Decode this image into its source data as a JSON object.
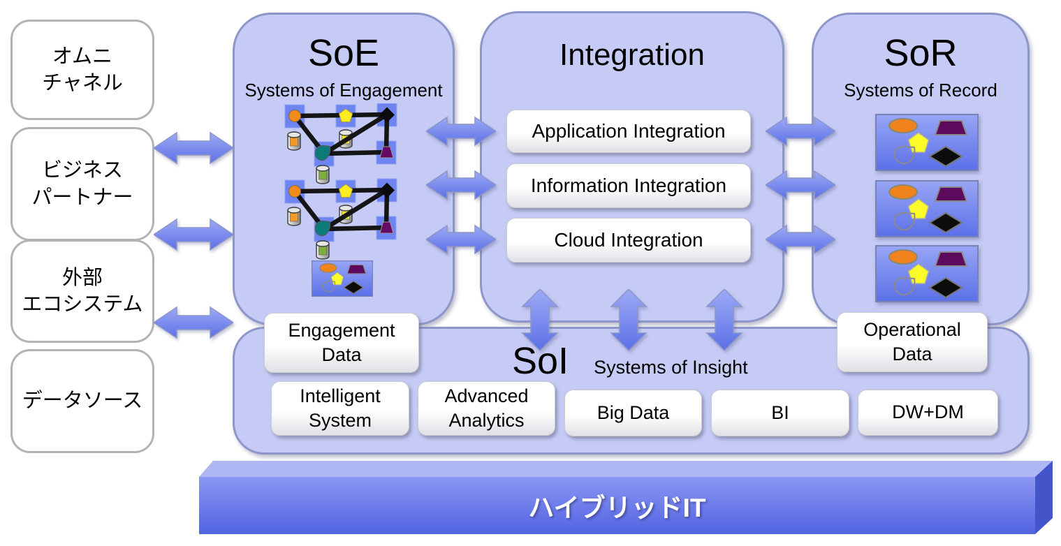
{
  "sources": {
    "items": [
      {
        "line1": "オムニ",
        "line2": "チャネル"
      },
      {
        "line1": "ビジネス",
        "line2": "パートナー"
      },
      {
        "line1": "外部",
        "line2": "エコシステム"
      },
      {
        "line1": "データソース",
        "line2": ""
      }
    ]
  },
  "soe": {
    "title": "SoE",
    "subtitle": "Systems of Engagement",
    "data_box": {
      "line1": "Engagement",
      "line2": "Data"
    }
  },
  "integration": {
    "title": "Integration",
    "buttons": [
      "Application Integration",
      "Information Integration",
      "Cloud Integration"
    ]
  },
  "sor": {
    "title": "SoR",
    "subtitle": "Systems of Record",
    "data_box": {
      "line1": "Operational",
      "line2": "Data"
    }
  },
  "soi": {
    "title": "SoI",
    "subtitle": "Systems of Insight",
    "buttons": [
      {
        "line1": "Intelligent",
        "line2": "System"
      },
      {
        "line1": "Advanced",
        "line2": "Analytics"
      },
      {
        "line1": "Big Data",
        "line2": ""
      },
      {
        "line1": "BI",
        "line2": ""
      },
      {
        "line1": "DW+DM",
        "line2": ""
      }
    ]
  },
  "bottom_bar": {
    "label": "ハイブリッドIT"
  },
  "colors": {
    "panel_fill": "#c5cbf5",
    "panel_border": "#8d96c9",
    "arrow_blue": "#6b7fe8",
    "record_box_blue": "#6e82ee",
    "bar_front_blue": "#5164e0",
    "orange": "#f0831c",
    "yellow": "#fbfb2a",
    "purple": "#5c0a5c",
    "teal": "#0d7a7a",
    "black_shape": "#0c0c0c"
  }
}
